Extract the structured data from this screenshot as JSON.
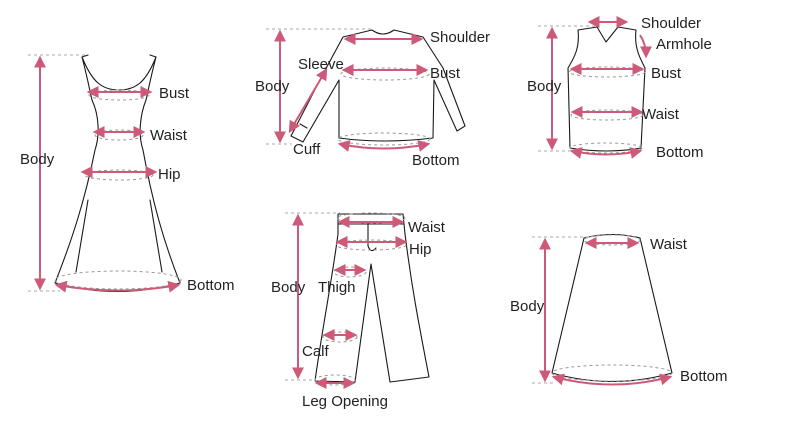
{
  "colors": {
    "measure": "#cc5a78",
    "outline": "#1a1a1a",
    "guide": "#aaaaaa",
    "text": "#222222",
    "background": "#ffffff"
  },
  "dress": {
    "bust": "Bust",
    "waist": "Waist",
    "hip": "Hip",
    "body": "Body",
    "bottom": "Bottom"
  },
  "long_sleeve_top": {
    "shoulder": "Shoulder",
    "sleeve": "Sleeve",
    "bust": "Bust",
    "body": "Body",
    "cuff": "Cuff",
    "bottom": "Bottom"
  },
  "sleeveless_top": {
    "shoulder": "Shoulder",
    "armhole": "Armhole",
    "bust": "Bust",
    "body": "Body",
    "waist": "Waist",
    "bottom": "Bottom"
  },
  "pants": {
    "waist": "Waist",
    "hip": "Hip",
    "body": "Body",
    "thigh": "Thigh",
    "calf": "Calf",
    "leg_opening": "Leg Opening"
  },
  "skirt": {
    "waist": "Waist",
    "body": "Body",
    "bottom": "Bottom"
  }
}
